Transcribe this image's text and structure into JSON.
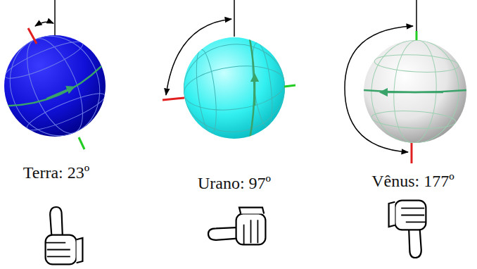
{
  "diagram": {
    "labels": [
      "Terra: 23º",
      "Urano: 97º",
      "Vênus: 177º"
    ]
  }
}
